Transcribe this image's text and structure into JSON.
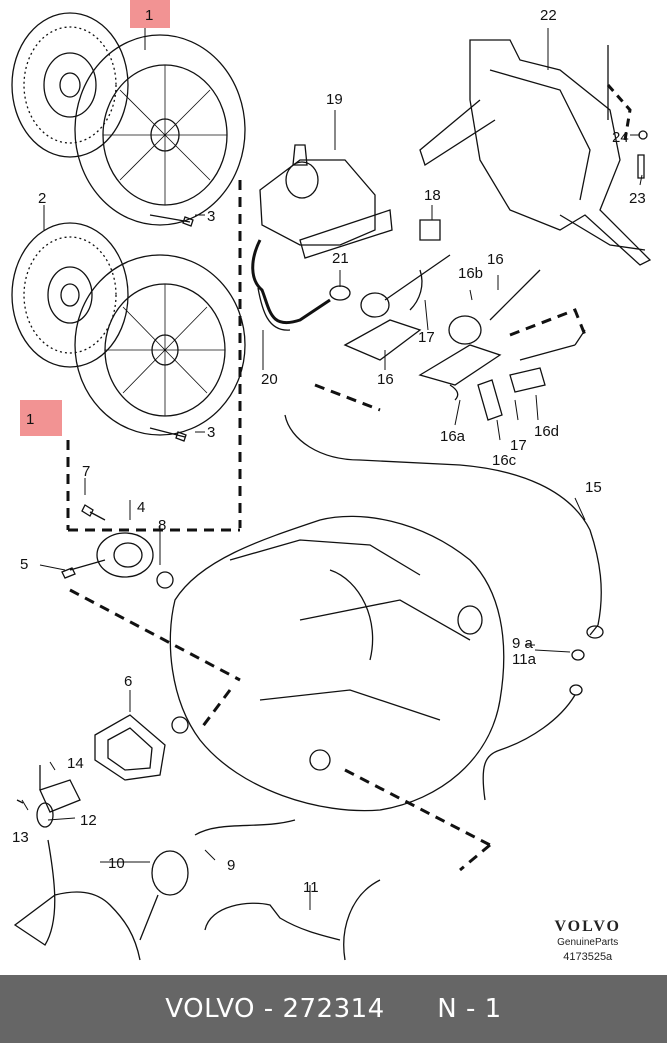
{
  "labels": {
    "l1_top": "1",
    "l1_mid": "1",
    "l2": "2",
    "l3_top": "3",
    "l3_mid": "3",
    "l4": "4",
    "l5": "5",
    "l6": "6",
    "l7": "7",
    "l8": "8",
    "l9": "9",
    "l9a": "9 a",
    "l10": "10",
    "l11": "11",
    "l11a": "11a",
    "l12": "12",
    "l13": "13",
    "l14": "14",
    "l15": "15",
    "l16": "16",
    "l16_right": "16",
    "l16a": "16a",
    "l16b": "16b",
    "l16c": "16c",
    "l16d": "16d",
    "l17_left": "17",
    "l17_right": "17",
    "l18": "18",
    "l19": "19",
    "l20": "20",
    "l21": "21",
    "l22": "22",
    "l23": "23",
    "l24": "24"
  },
  "brand": {
    "logo": "VOLVO",
    "sub": "GenuineParts",
    "code": "4173525a"
  },
  "footer": {
    "brand": "VOLVO",
    "separator": " - ",
    "part_number": "272314",
    "quantity": "N - 1"
  },
  "colors": {
    "highlight": "#f08080",
    "footer_bg": "#666666",
    "line": "#111111"
  }
}
